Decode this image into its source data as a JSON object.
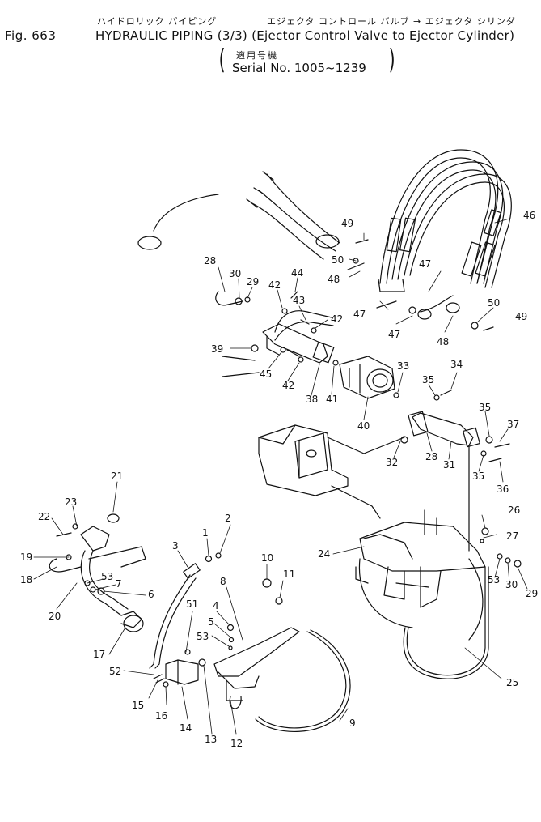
{
  "header": {
    "jp_title_left": "ハイドロリック パイピング",
    "jp_title_right": "エジェクタ コントロール バルブ → エジェクタ シリンダ",
    "fig_no": "Fig. 663",
    "title": "HYDRAULIC PIPING (3/3) (Ejector Control Valve to Ejector Cylinder)",
    "serial_jp": "適用号機",
    "serial": "Serial No. 1005~1239",
    "paren_open": "(",
    "paren_close": ")"
  },
  "callouts": [
    {
      "label": "46"
    },
    {
      "label": "49"
    },
    {
      "label": "50"
    },
    {
      "label": "48"
    },
    {
      "label": "47"
    },
    {
      "label": "47"
    },
    {
      "label": "47"
    },
    {
      "label": "50"
    },
    {
      "label": "49"
    },
    {
      "label": "48"
    },
    {
      "label": "28"
    },
    {
      "label": "30"
    },
    {
      "label": "29"
    },
    {
      "label": "42"
    },
    {
      "label": "44"
    },
    {
      "label": "43"
    },
    {
      "label": "42"
    },
    {
      "label": "39"
    },
    {
      "label": "45"
    },
    {
      "label": "42"
    },
    {
      "label": "38"
    },
    {
      "label": "41"
    },
    {
      "label": "40"
    },
    {
      "label": "33"
    },
    {
      "label": "34"
    },
    {
      "label": "35"
    },
    {
      "label": "35"
    },
    {
      "label": "37"
    },
    {
      "label": "28"
    },
    {
      "label": "31"
    },
    {
      "label": "35"
    },
    {
      "label": "36"
    },
    {
      "label": "32"
    },
    {
      "label": "21"
    },
    {
      "label": "23"
    },
    {
      "label": "22"
    },
    {
      "label": "19"
    },
    {
      "label": "18"
    },
    {
      "label": "20"
    },
    {
      "label": "53"
    },
    {
      "label": "7"
    },
    {
      "label": "6"
    },
    {
      "label": "17"
    },
    {
      "label": "3"
    },
    {
      "label": "1"
    },
    {
      "label": "2"
    },
    {
      "label": "51"
    },
    {
      "label": "52"
    },
    {
      "label": "15"
    },
    {
      "label": "16"
    },
    {
      "label": "14"
    },
    {
      "label": "13"
    },
    {
      "label": "12"
    },
    {
      "label": "4"
    },
    {
      "label": "5"
    },
    {
      "label": "53"
    },
    {
      "label": "8"
    },
    {
      "label": "10"
    },
    {
      "label": "11"
    },
    {
      "label": "9"
    },
    {
      "label": "24"
    },
    {
      "label": "26"
    },
    {
      "label": "27"
    },
    {
      "label": "53"
    },
    {
      "label": "30"
    },
    {
      "label": "29"
    },
    {
      "label": "25"
    }
  ]
}
